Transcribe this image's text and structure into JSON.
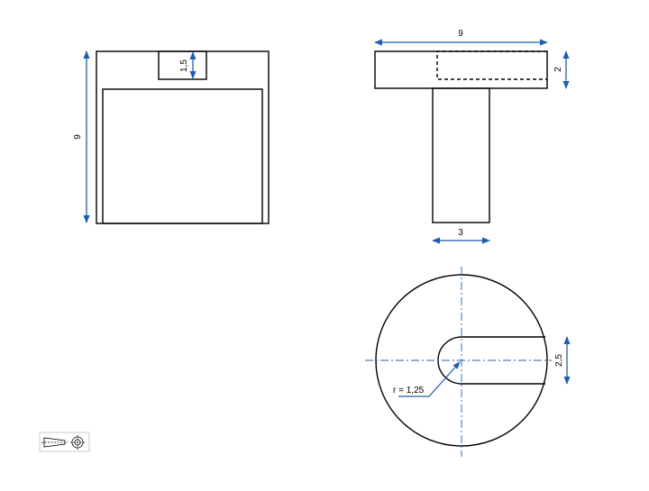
{
  "drawing": {
    "dimensions": {
      "front_slot_depth": "1,5",
      "front_height": "9",
      "side_width": "9",
      "side_flange_thickness": "2",
      "side_stem_width": "3",
      "top_slot_width": "2,5",
      "top_slot_radius": "r = 1,25"
    },
    "colors": {
      "dimension": "#1f5fae",
      "outline": "#000000"
    },
    "projection_symbol": "first-angle-projection-icon"
  }
}
